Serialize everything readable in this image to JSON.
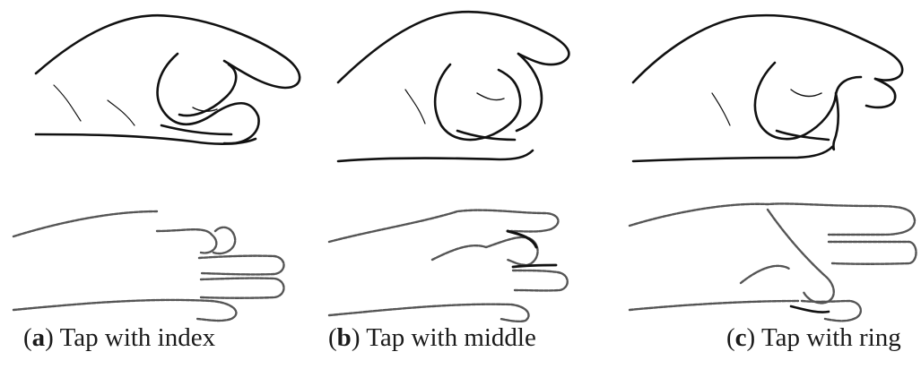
{
  "figure": {
    "panels": [
      {
        "letter": "a",
        "caption_text": "Tap with index"
      },
      {
        "letter": "b",
        "caption_text": "Tap with middle"
      },
      {
        "letter": "c",
        "caption_text": "Tap with ring"
      }
    ]
  }
}
